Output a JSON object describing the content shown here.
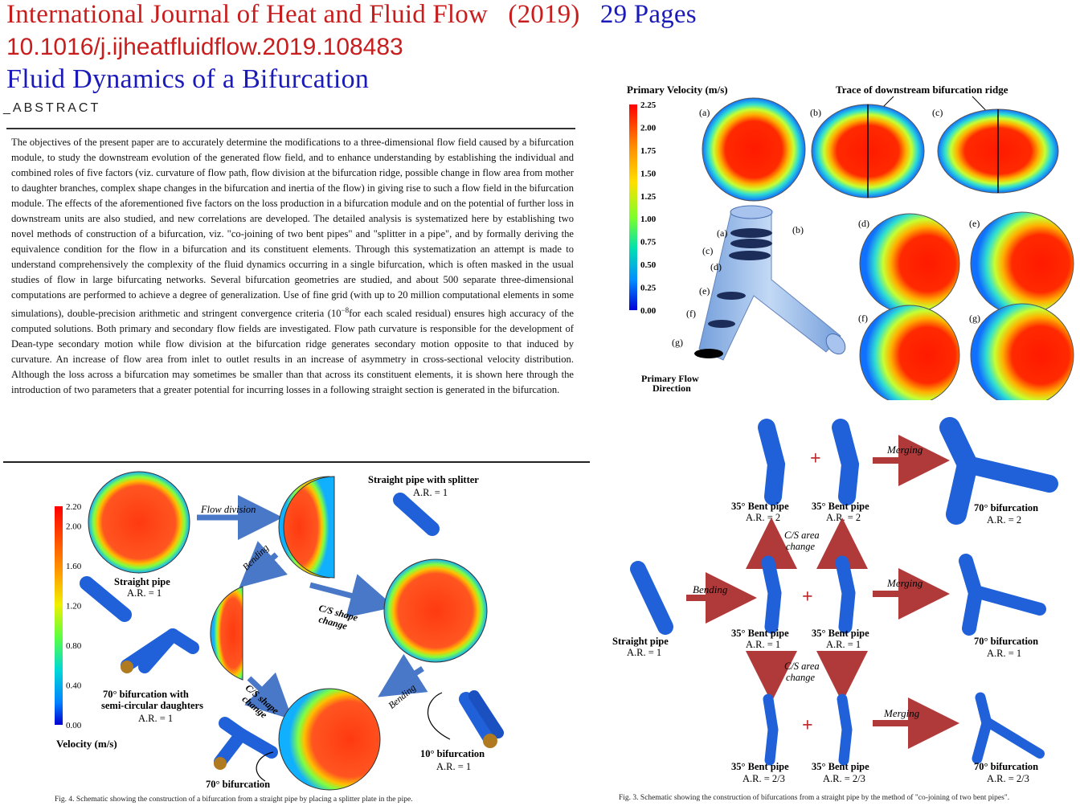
{
  "header": {
    "journal": "International Journal of Heat and Fluid Flow",
    "year": "(2019)",
    "pages": "29 Pages",
    "doi": "10.1016/j.ijheatfluidflow.2019.108483",
    "title": "Fluid Dynamics of a Bifurcation"
  },
  "abstract": {
    "heading": "_ABSTRACT",
    "text_part1": "The objectives of the present paper are to accurately determine the modifications to a three-dimensional flow field caused by a bifurcation module, to study the downstream evolution of the generated flow field, and to enhance understanding by establishing the individual and combined roles of five factors (viz. curvature of flow path, flow division at the bifurcation ridge, possible change in flow area from mother to daughter branches, complex shape changes in the bifurcation and inertia of the flow) in giving rise to such a flow field in the bifurcation module. The effects of the aforementioned five factors on the loss production in a bifurcation module and on the potential of further loss in downstream units are also studied, and new correlations are developed. The detailed analysis is systematized here by establishing two novel methods of construction of a bifurcation, viz. \"co-joining of two bent pipes\" and \"splitter in a pipe\", and by formally deriving the equivalence condition for the flow in a bifurcation and its constituent elements. Through this systematization an attempt is made to understand comprehensively the complexity of the fluid dynamics occurring in a single bifurcation, which is often masked in the usual studies of flow in large bifurcating networks. Several bifurcation geometries are studied, and about 500 separate three-dimensional computations are performed to achieve a degree of generalization. Use of fine grid (with up to 20 million computational elements in some simulations), double-precision arithmetic and stringent convergence criteria (10",
    "exponent": "−8",
    "text_part2": "for each scaled residual) ensures high accuracy of the computed solutions. Both primary and secondary flow fields are investigated. Flow path curvature is responsible for the development of Dean-type secondary motion while flow division at the bifurcation ridge generates secondary motion opposite to that induced by curvature. An increase of flow area from inlet to outlet results in an increase of asymmetry in cross-sectional velocity distribution. Although the loss across a bifurcation may sometimes be smaller than that across its constituent elements, it is shown here through the introduction of two parameters that a greater potential for incurring losses in a following straight section is generated in the bifurcation."
  },
  "fig_top_right": {
    "colorbar_title": "Primary Velocity (m/s)",
    "ticks": [
      "2.25",
      "2.00",
      "1.75",
      "1.50",
      "1.25",
      "1.00",
      "0.75",
      "0.50",
      "0.25",
      "0.00"
    ],
    "ridge_label": "Trace of downstream bifurcation ridge",
    "panel_labels": [
      "(a)",
      "(b)",
      "(c)",
      "(d)",
      "(e)",
      "(f)",
      "(g)"
    ],
    "flow_label_1": "Primary Flow",
    "flow_label_2": "Direction"
  },
  "fig4": {
    "ticks": [
      "2.20",
      "2.00",
      "1.60",
      "1.20",
      "0.80",
      "0.40",
      "0.00"
    ],
    "velocity_label": "Velocity (m/s)",
    "flow_division": "Flow division",
    "splitter_label_1": "Straight pipe with splitter",
    "splitter_label_2": "A.R. = 1",
    "straight_1": "Straight pipe",
    "straight_2": "A.R. = 1",
    "bending": "Bending",
    "cs_change_1": "C/S shape",
    "cs_change_2": "change",
    "semi_1": "70° bifurcation with",
    "semi_2": "semi-circular daughters",
    "semi_3": "A.R. = 1",
    "ten_1": "10° bifurcation",
    "ten_2": "A.R. = 1",
    "seventy": "70° bifurcation",
    "caption": "Fig. 4.  Schematic showing the construction of a bifurcation from a straight pipe by placing a splitter plate in the pipe."
  },
  "fig3": {
    "merging": "Merging",
    "bending": "Bending",
    "plus": "+",
    "cs_area_1": "C/S area",
    "cs_area_2": "change",
    "bent": "35° Bent pipe",
    "ar2": "A.R. = 2",
    "ar1": "A.R. = 1",
    "ar23": "A.R. = 2/3",
    "bif70": "70° bifurcation",
    "straight": "Straight pipe",
    "caption": "Fig. 3.  Schematic showing the construction of bifurcations from a straight pipe by the method of \"co-joining of two bent pipes\"."
  }
}
